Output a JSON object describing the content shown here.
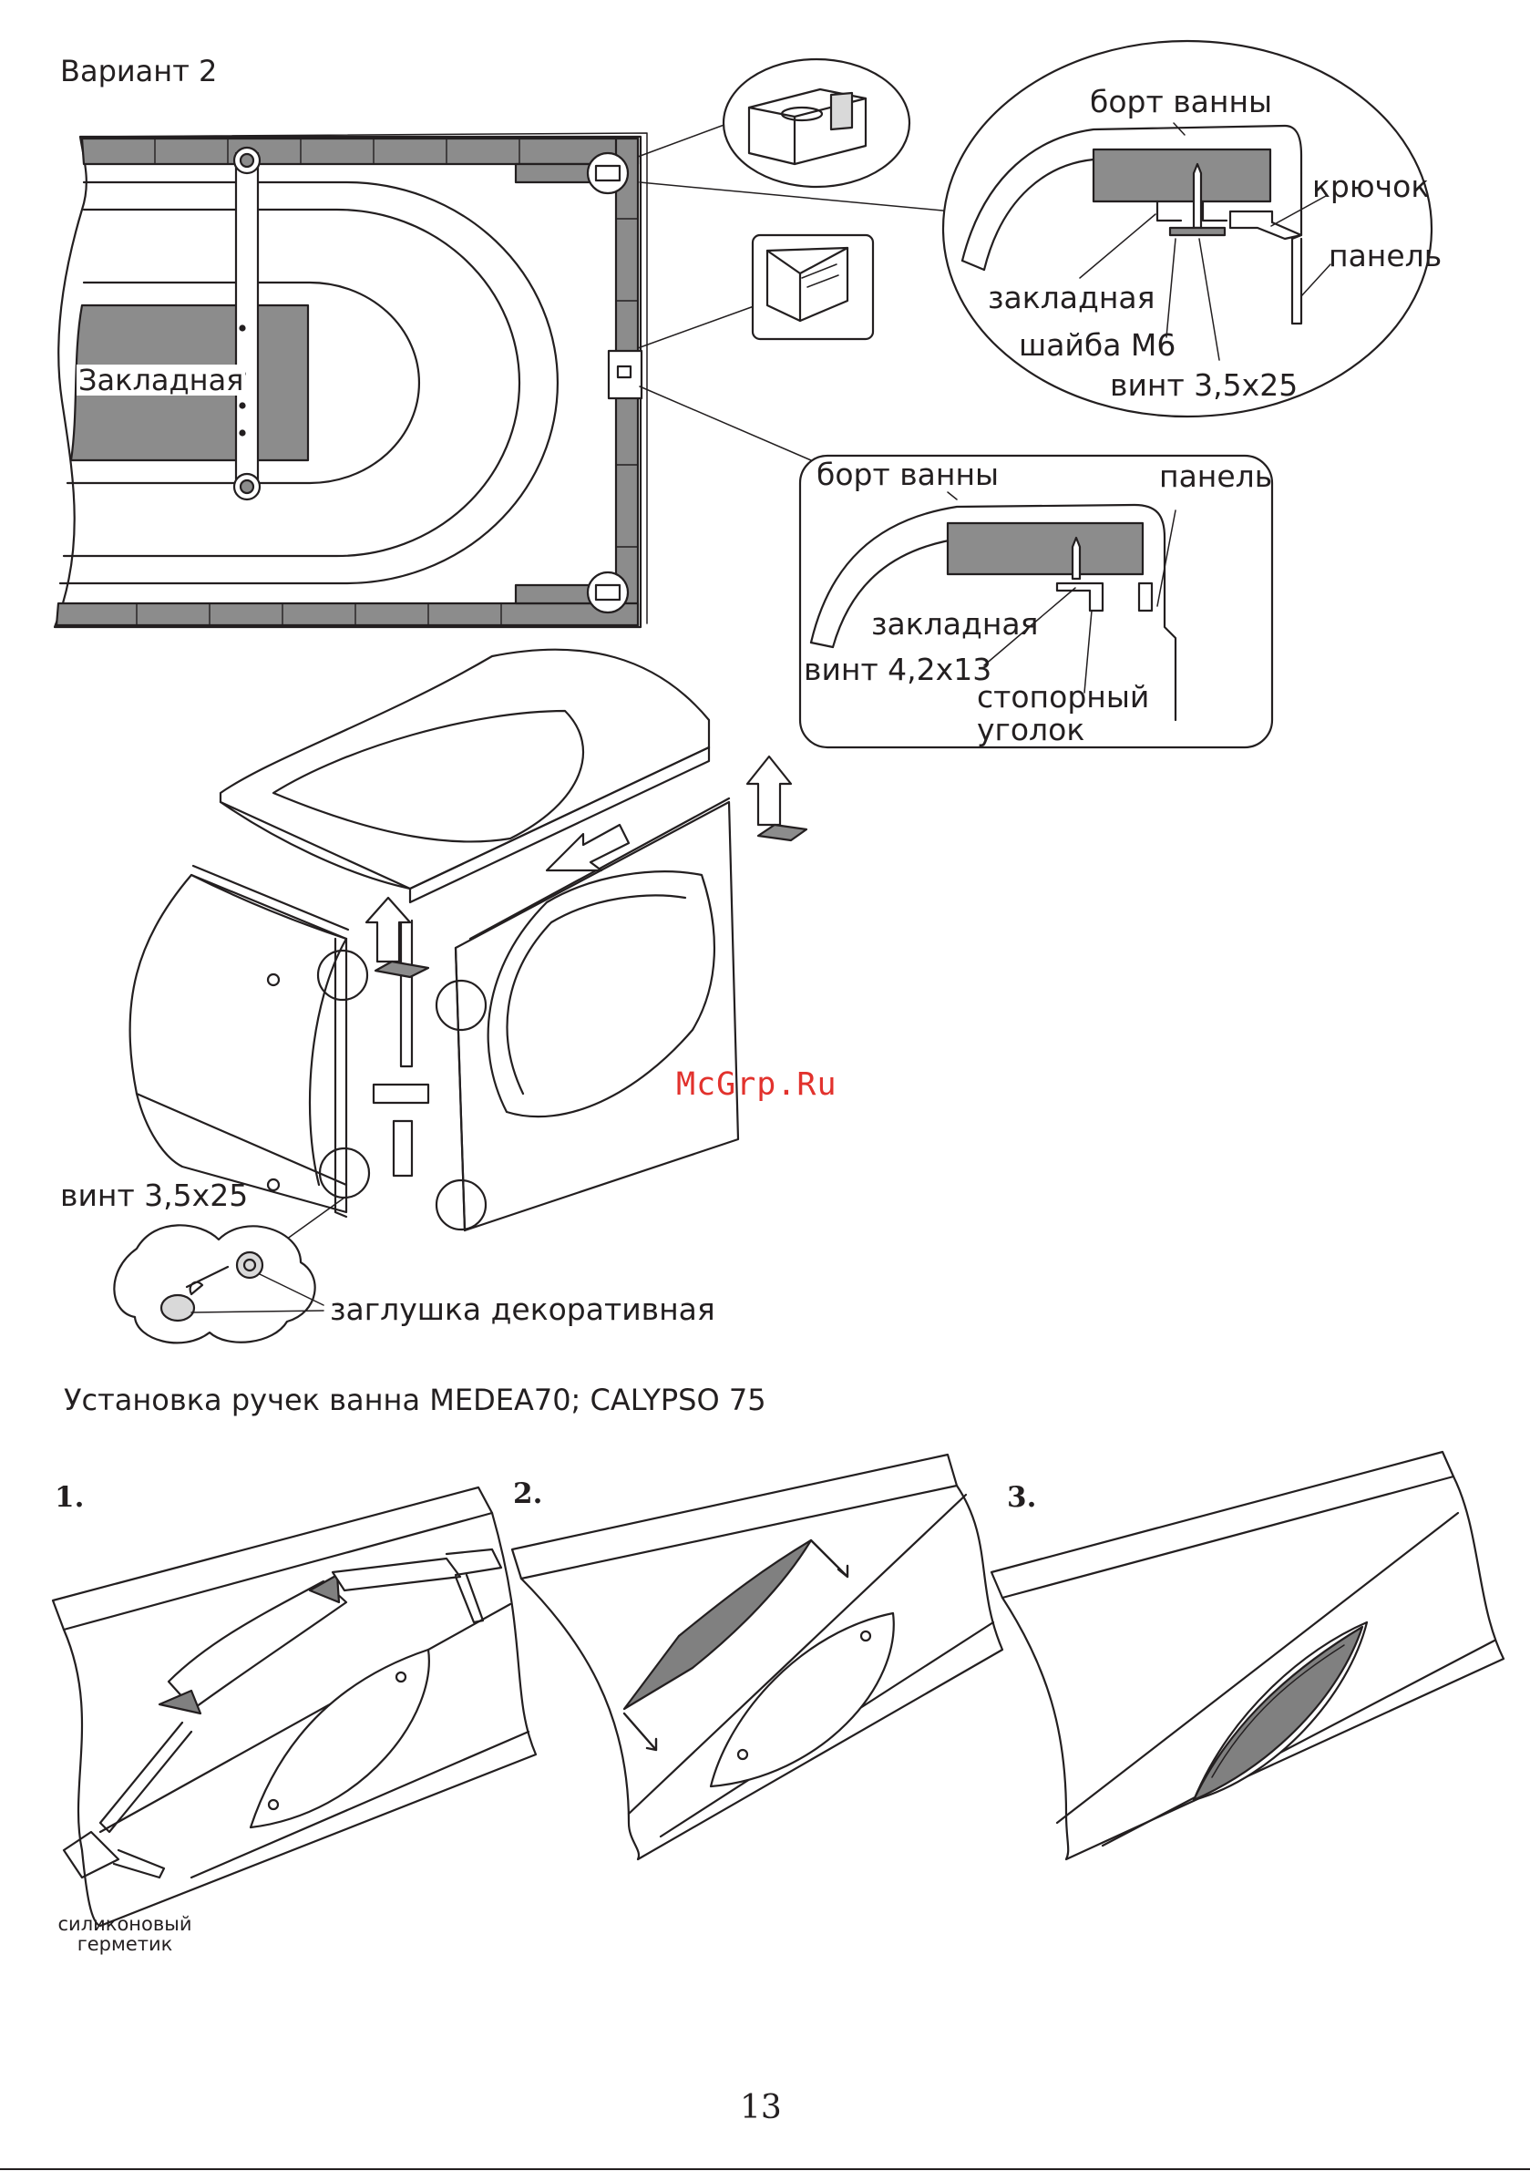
{
  "page": {
    "variant_title": "Вариант 2",
    "page_number": "13",
    "watermark": "McGrp.Ru",
    "bottom_rule_color": "#231f20"
  },
  "top_view": {
    "insert_label": "Закладная"
  },
  "callout_hook": {
    "rim": "борт ванны",
    "hook": "крючок",
    "panel": "панель",
    "insert": "закладная",
    "washer": "шайба М6",
    "screw": "винт 3,5x25"
  },
  "callout_corner": {
    "rim": "борт ванны",
    "panel": "панель",
    "insert": "закладная",
    "screw": "винт 4,2x13",
    "stopper_line1": "стопорный",
    "stopper_line2": "уголок"
  },
  "assembly": {
    "screw": "винт 3,5x25",
    "plug": "заглушка декоративная"
  },
  "handles": {
    "title": "Установка ручек ванна MEDEA70; CALYPSO 75",
    "steps": [
      "1.",
      "2.",
      "3."
    ],
    "sealant_line1": "силиконовый",
    "sealant_line2": "герметик",
    "fill_color": "#808080"
  }
}
